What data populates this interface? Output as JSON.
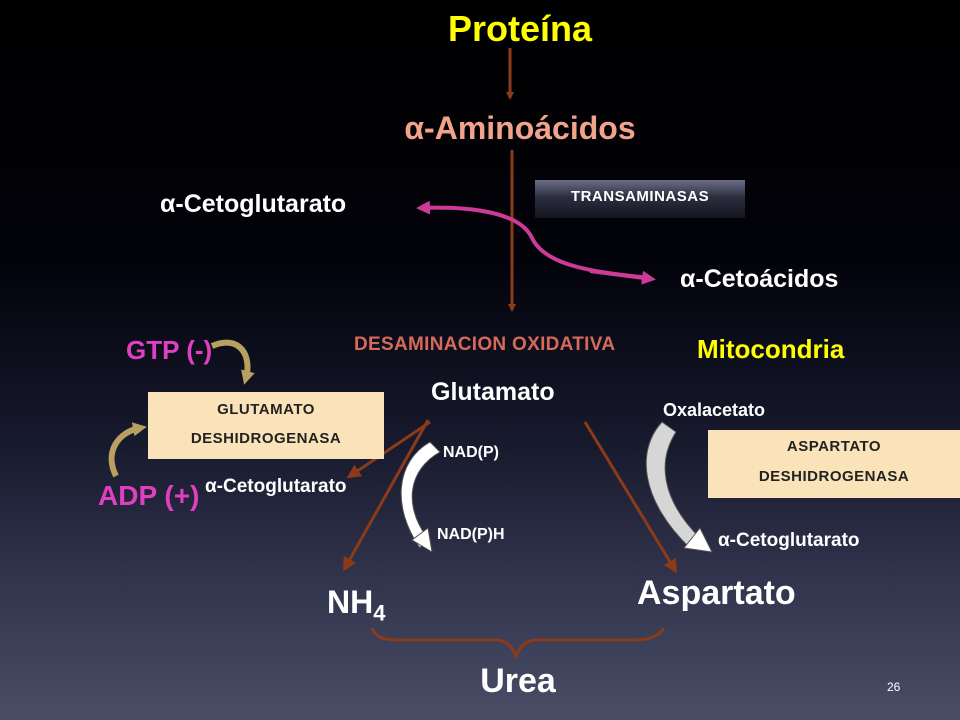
{
  "slide": {
    "title": "Proteína",
    "amino_acids": "α-Aminoácidos",
    "alpha_ketoglutarate_top": "α-Cetoglutarato",
    "transaminases": "TRANSAMINASAS",
    "alpha_ketoacids": "α-Cetoácidos",
    "oxidative_deamination": "DESAMINACION OXIDATIVA",
    "mitochondria": "Mitocondria",
    "gtp": "GTP (-)",
    "adp": "ADP (+)",
    "glutamate": "Glutamato",
    "glutamate_dehydrogenase": [
      "GLUTAMATO",
      "DESHIDROGENASA"
    ],
    "alpha_ketoglutarate_left": "α-Cetoglutarato",
    "nadp": "NAD(P)",
    "nadph": "NAD(P)H",
    "oxaloacetate": "Oxalacetato",
    "aspartate_dehydrogenase": [
      "ASPARTATO",
      "DESHIDROGENASA"
    ],
    "alpha_ketoglutarate_right": "α-Cetoglutarato",
    "nh4_base": "NH",
    "nh4_sub": "4",
    "aspartate": "Aspartato",
    "urea": "Urea",
    "page_number": "26"
  },
  "colors": {
    "title": "#ffff00",
    "amino_acids": "#f2a48a",
    "white_label": "#ffffff",
    "magenta_label": "#e040c0",
    "mitochondria": "#ffff00",
    "deamination": "#d56a5a",
    "brown_arrow": "#8b3a1a",
    "magenta_arrow": "#cc3b98",
    "gold_curl": "#b8a060"
  }
}
